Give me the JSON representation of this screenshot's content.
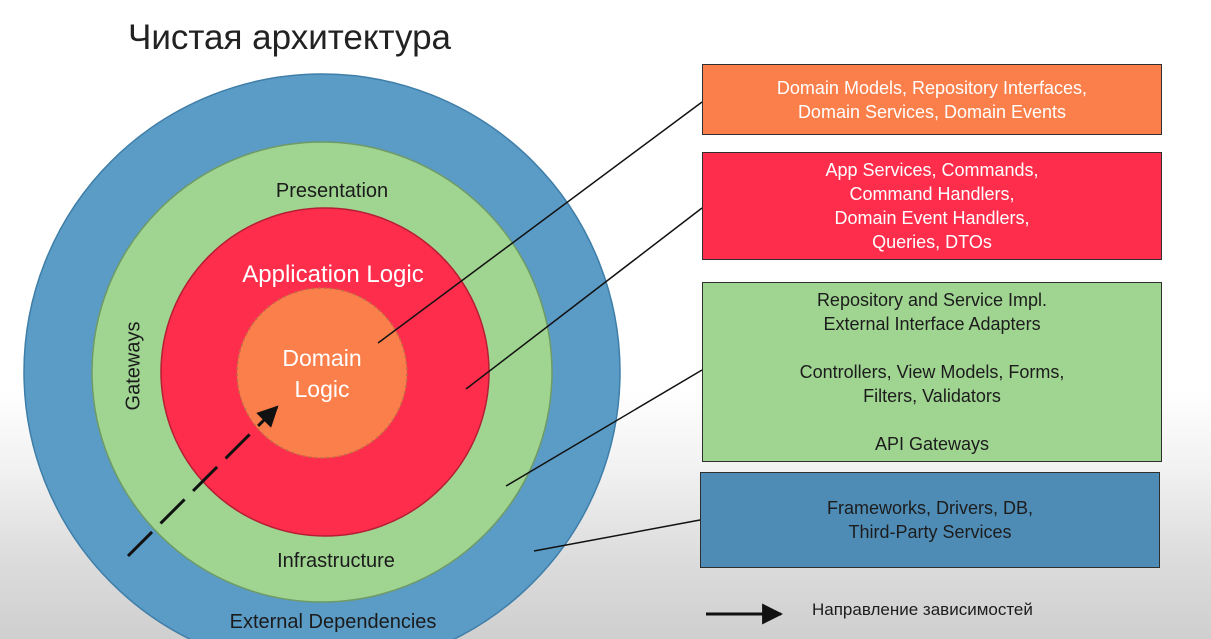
{
  "title": "Чистая архитектура",
  "rings": {
    "external": "External Dependencies",
    "gateways": "Gateways",
    "presentation": "Presentation",
    "infrastructure": "Infrastructure",
    "application": "Application Logic",
    "domain": "Domain Logic"
  },
  "boxes": {
    "domain": [
      "Domain Models, Repository Interfaces,",
      "Domain Services, Domain Events"
    ],
    "application": [
      "App Services, Commands,",
      "Command Handlers,",
      "Domain Event Handlers,",
      "Queries, DTOs"
    ],
    "infrastructure_a": [
      "Repository and Service Impl.",
      "External Interface Adapters"
    ],
    "infrastructure_b": [
      "Controllers, View Models, Forms,",
      "Filters, Validators"
    ],
    "infrastructure_c": [
      "API Gateways"
    ],
    "external": [
      "Frameworks, Drivers, DB,",
      "Third-Party Services"
    ]
  },
  "legend": {
    "label": "Направление зависимостей"
  },
  "colors": {
    "external_ring": "#5b9cc7",
    "green_ring": "#9fd491",
    "application_ring": "#ff2d4c",
    "domain_core": "#fb7f4a"
  }
}
